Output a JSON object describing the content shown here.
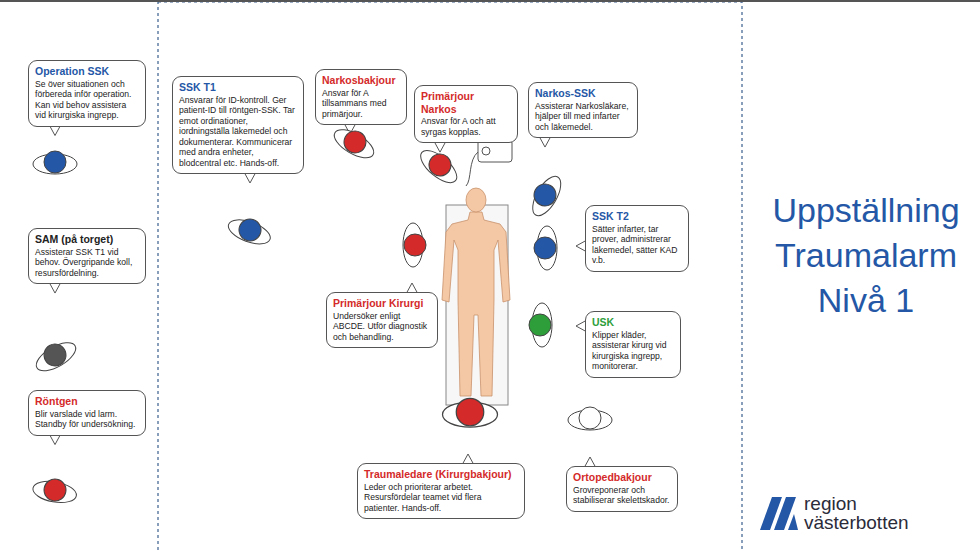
{
  "diagram": {
    "title": "Uppställning Traumalarm Nivå 1",
    "nodes": [
      {
        "text": [
          "Operation SSK",
          "Se över situationen och förbereda inför operation. Kan vid behov assistera vid kirurgiska ingrepp."
        ]
      },
      {
        "text": [
          "SSK T1",
          "Ansvarar för ID-kontroll. Ger patient-ID till röntgen-SSK. Tar emot ordinationer, iordningställa läkemedel och dokumenterar. Kommunicerar med andra enheter, blodcentral etc. Hands-off."
        ]
      },
      {
        "text": [
          "Narkosbakjour",
          "Ansvar för A tillsammans med primärjour."
        ]
      },
      {
        "text": [
          "Primärjour Narkos",
          "Ansvar för A och att syrgas kopplas."
        ]
      },
      {
        "text": [
          "Narkos-SSK",
          "Assisterar Narkosläkare, hjälper till med infarter och läkemedel."
        ]
      },
      {
        "text": [
          "SAM (på torget)",
          "Assisterar SSK T1 vid behov. Övergripande koll, resursfördelning."
        ]
      },
      {
        "text": [
          "SSK T2",
          "Sätter infarter, tar prover, administrerar läkemedel, sätter KAD v.b."
        ]
      },
      {
        "text": [
          "Primärjour Kirurgi",
          "Undersöker enligt ABCDE. Utför diagnostik och behandling."
        ]
      },
      {
        "text": [
          "USK",
          "Klipper kläder, assisterar kirurg vid kirurgiska ingrepp, monitorerar."
        ]
      },
      {
        "text": [
          "Röntgen",
          "Blir varslade vid larm. Standby för undersökning."
        ]
      },
      {
        "text": [
          "Traumaledare (Kirurgbakjour)",
          "Leder och prioriterar arbetet. Resursfördelar teamet vid flera patienter. Hands-off."
        ]
      },
      {
        "text": [
          "Ortopedbakjour",
          "Grovreponerar och stabiliserar skelettskador."
        ]
      }
    ],
    "labels": [
      "region västerbotten"
    ]
  }
}
